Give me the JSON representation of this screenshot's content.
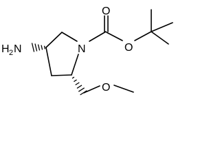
{
  "molecule": {
    "atoms": {
      "amine_N": "H",
      "amine_H_subscript": "2",
      "amine_N_symbol": "N",
      "ring_N": "N",
      "carbonyl_O": "O",
      "ester_O": "O",
      "ether_O": "O"
    },
    "colors": {
      "bond": "#000000",
      "label": "#000000",
      "background": "#ffffff"
    }
  }
}
